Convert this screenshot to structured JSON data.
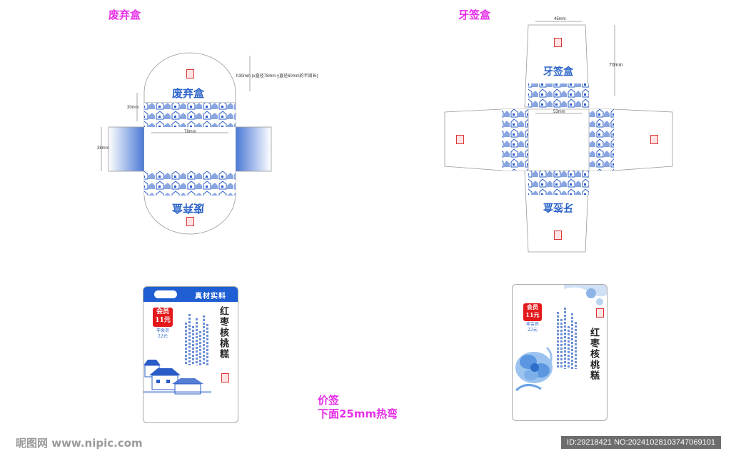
{
  "sections": {
    "waste_box": "废弃盒",
    "toothpick_box": "牙签盒",
    "price_tag": "价签",
    "price_tag_note": "下面25mm热弯"
  },
  "waste_box": {
    "title": "废弃盒",
    "dim_height_note": "h30mm (x直径78mm y直径60mm的半周长)",
    "dim_30": "30mm",
    "dim_78": "78mm",
    "dim_38": "38mm"
  },
  "toothpick_box": {
    "title": "牙签盒",
    "dim_45": "45mm",
    "dim_70": "70mm",
    "dim_53": "53mm"
  },
  "price_tag_left": {
    "header": "真材实料",
    "member_label": "会员",
    "member_price": "11元",
    "nonmember": "非会员",
    "nonmember_price": "22元",
    "product": "红枣核桃糕"
  },
  "price_tag_right": {
    "member_label": "会员",
    "member_price": "11元",
    "nonmember": "非会员",
    "nonmember_price": "22元",
    "product": "红枣核桃糕"
  },
  "watermark": {
    "site": "昵图网 www.nipic.com",
    "id": "ID:29218421 NO:20241028103747069101"
  },
  "colors": {
    "accent": "#e62ee6",
    "blue": "#2a63c8",
    "red": "#e3191c"
  }
}
